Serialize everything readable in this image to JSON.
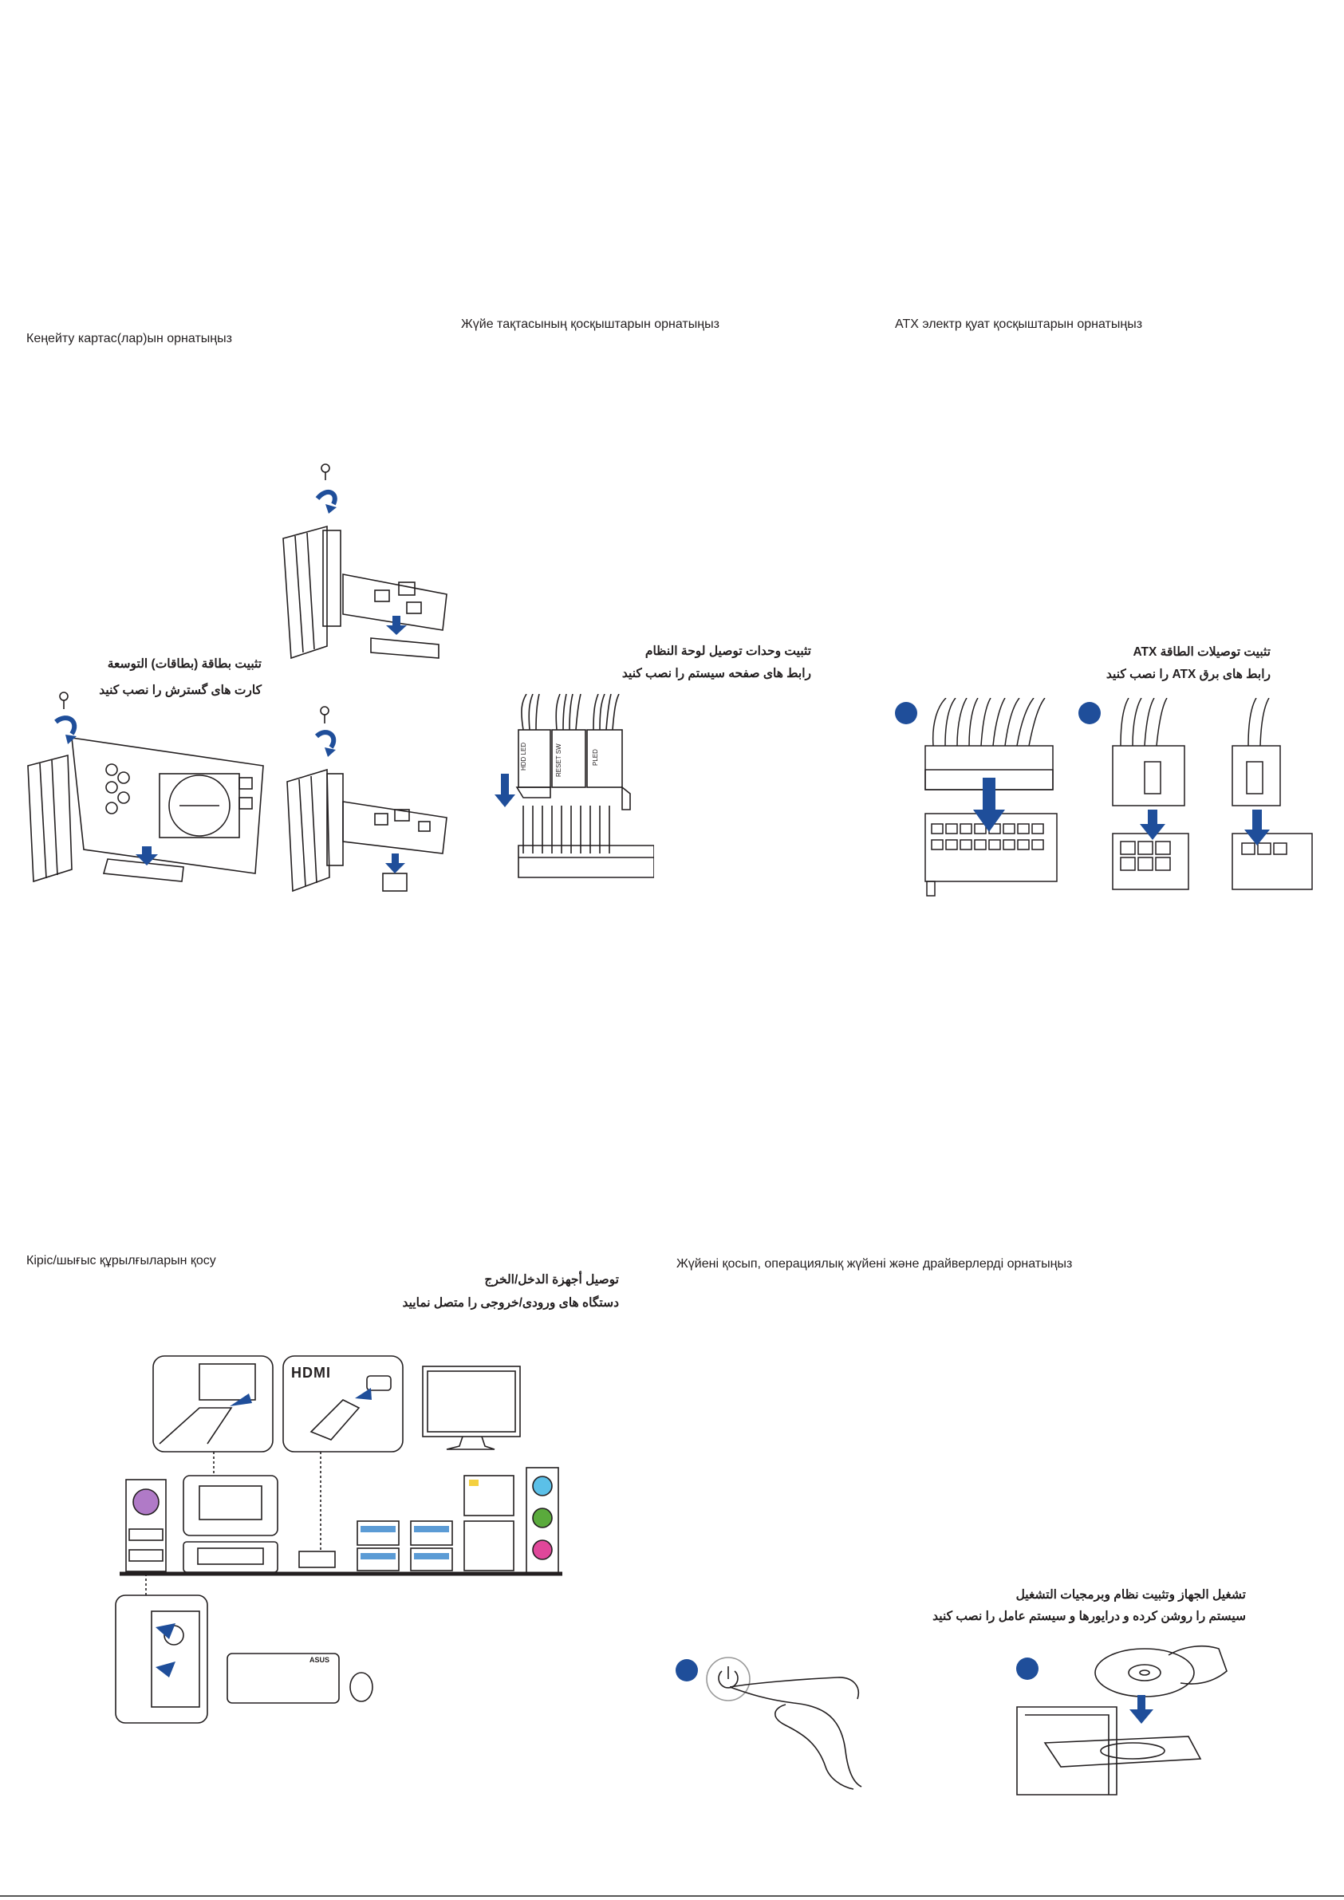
{
  "sections": {
    "expansion": {
      "kz_title": "Кеңейту картас(лар)ын орнатыңыз",
      "ar_line1": "تثبيت بطاقة (بطاقات) التوسعة",
      "fa_line2": "کارت های گسترش را نصب کنید"
    },
    "panel": {
      "kz_title": "Жүйе тақтасының қосқыштарын орнатыңыз",
      "ar_line1": "تثبيت وحدات توصيل لوحة النظام",
      "fa_line2": "رابط های صفحه سیستم را نصب کنید",
      "connector_labels": [
        "HDD LED",
        "RESET SW",
        "PLED"
      ]
    },
    "atx": {
      "kz_title": "ATX электр қуат қосқыштарын орнатыңыз",
      "ar_line1": "تثبيت توصيلات الطاقة ATX",
      "fa_line2": "رابط های برق ATX را نصب کنید"
    },
    "io": {
      "kz_title": "Кіріс/шығыс құрылғыларын қосу",
      "ar_line1": "توصيل أجهزة الدخل/الخرج",
      "fa_line2": "دستگاه های ورودی/خروجی را متصل نمایید",
      "hdmi_logo": "HDMI",
      "keyboard_brand": "ASUS"
    },
    "poweron": {
      "kz_title": "Жүйені қосып, операциялық жүйені және драйверлерді орнатыңыз",
      "ar_line1": "تشغيل الجهاز وتثبيت نظام وبرمجيات التشغيل",
      "fa_line2": "سیستم را روشن کرده و درایورها و سیستم عامل را نصب کنید"
    }
  },
  "colors": {
    "accent_blue": "#1f4e9a",
    "line": "#231f20",
    "audio_blue": "#5bc0e8",
    "audio_green": "#5aaa3c",
    "audio_pink": "#e0479a"
  }
}
